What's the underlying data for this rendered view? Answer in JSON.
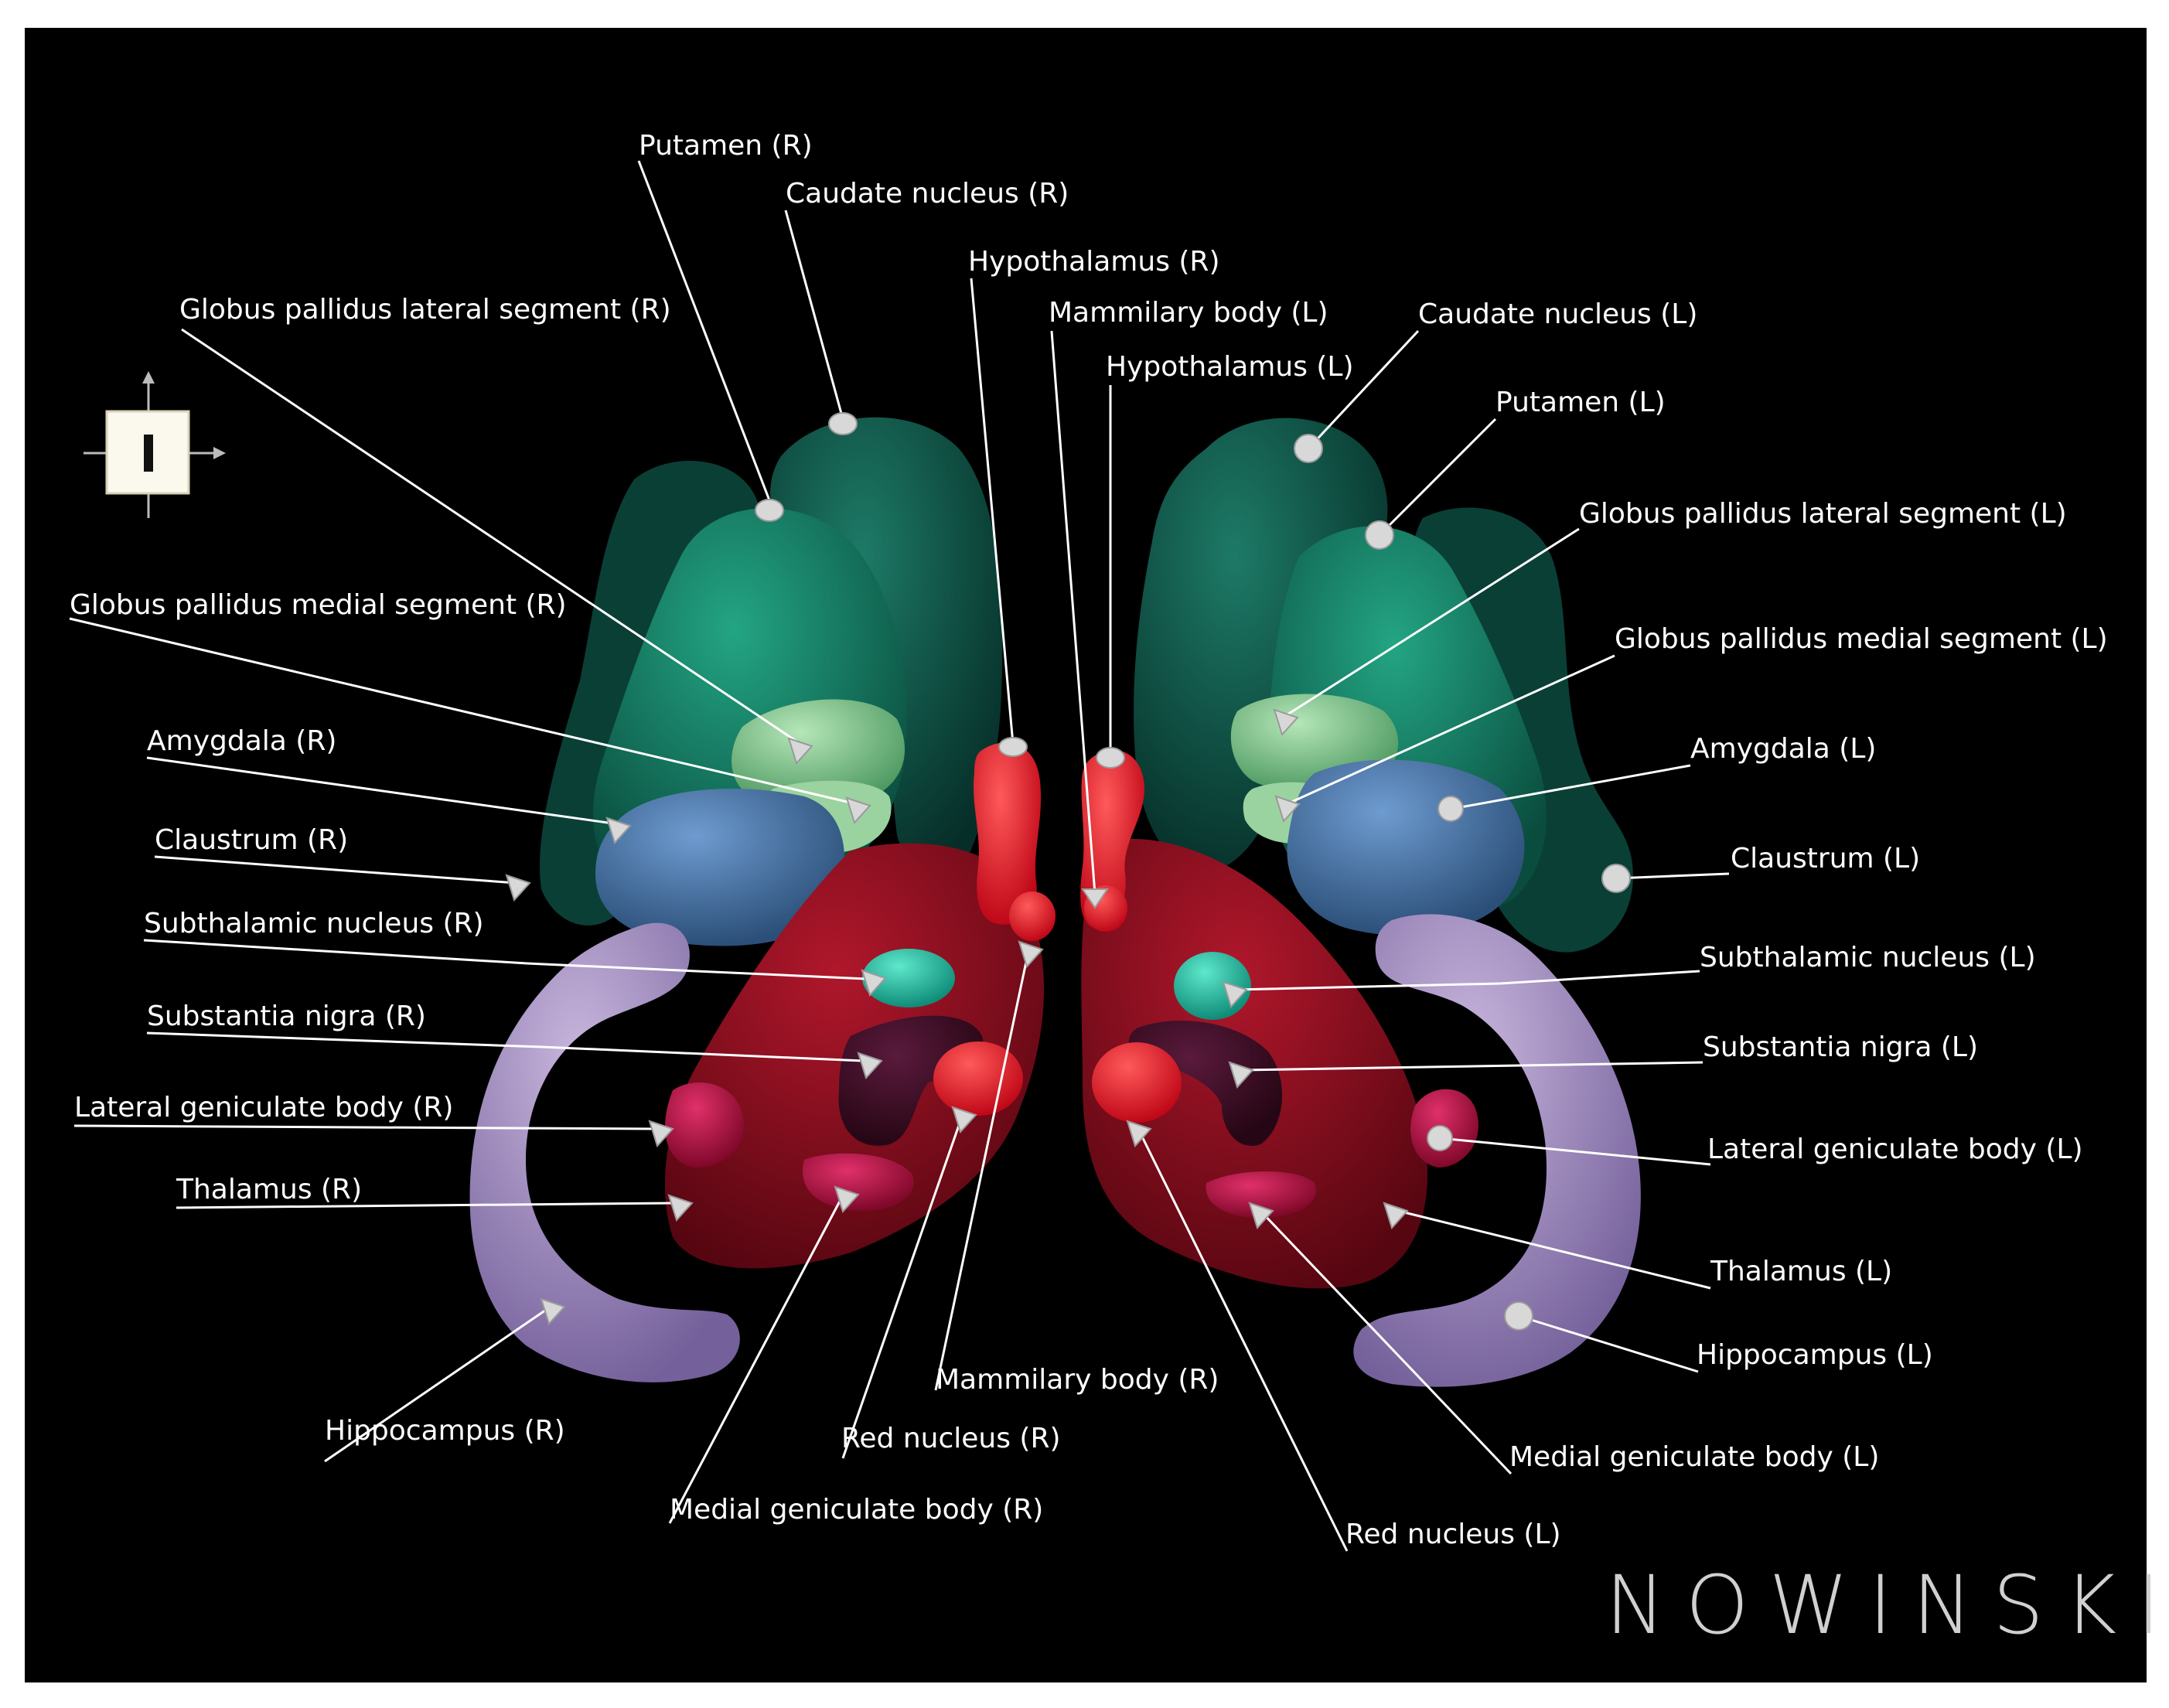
{
  "labels": {
    "putamen_r": "Putamen (R)",
    "caudate_r": "Caudate nucleus (R)",
    "hypothalamus_r": "Hypothalamus (R)",
    "mammilary_l_top": "Mammilary body (L)",
    "hypothalamus_l": "Hypothalamus (L)",
    "caudate_l": "Caudate nucleus (L)",
    "putamen_l": "Putamen (L)",
    "gp_lateral_r": "Globus pallidus lateral segment (R)",
    "gp_lateral_l": "Globus pallidus lateral segment (L)",
    "gp_medial_r": "Globus pallidus medial segment (R)",
    "gp_medial_l": "Globus pallidus medial segment (L)",
    "amygdala_r": "Amygdala (R)",
    "amygdala_l": "Amygdala (L)",
    "claustrum_r": "Claustrum (R)",
    "claustrum_l": "Claustrum (L)",
    "subthalamic_r": "Subthalamic nucleus (R)",
    "subthalamic_l": "Subthalamic nucleus (L)",
    "substantia_r": "Substantia nigra (R)",
    "substantia_l": "Substantia nigra (L)",
    "lgb_r": "Lateral geniculate body (R)",
    "lgb_l": "Lateral geniculate body (L)",
    "thalamus_r": "Thalamus (R)",
    "thalamus_l": "Thalamus (L)",
    "hippocampus_r": "Hippocampus (R)",
    "hippocampus_l": "Hippocampus (L)",
    "mammilary_r": "Mammilary body (R)",
    "red_r": "Red nucleus (R)",
    "red_l": "Red nucleus (L)",
    "mgb_r": "Medial geniculate body (R)",
    "mgb_l": "Medial geniculate body (L)"
  },
  "watermark": "NOWINSKI",
  "colors": {
    "background": "#000000",
    "caudate": "#0b4a40",
    "putamen": "#0f6e58",
    "globus_pallidus": "#7cc48a",
    "amygdala": "#3f6f9e",
    "hippocampus": "#9c86b8",
    "thalamus": "#8a0f1e",
    "hypothalamus": "#e8121e",
    "red_nucleus": "#ee1a2a",
    "substantia_nigra": "#3c0c26",
    "subthalamic": "#1fb39a",
    "geniculate": "#b0123c",
    "label_text": "#ffffff"
  },
  "orientation_icon": "orientation-cube-icon"
}
